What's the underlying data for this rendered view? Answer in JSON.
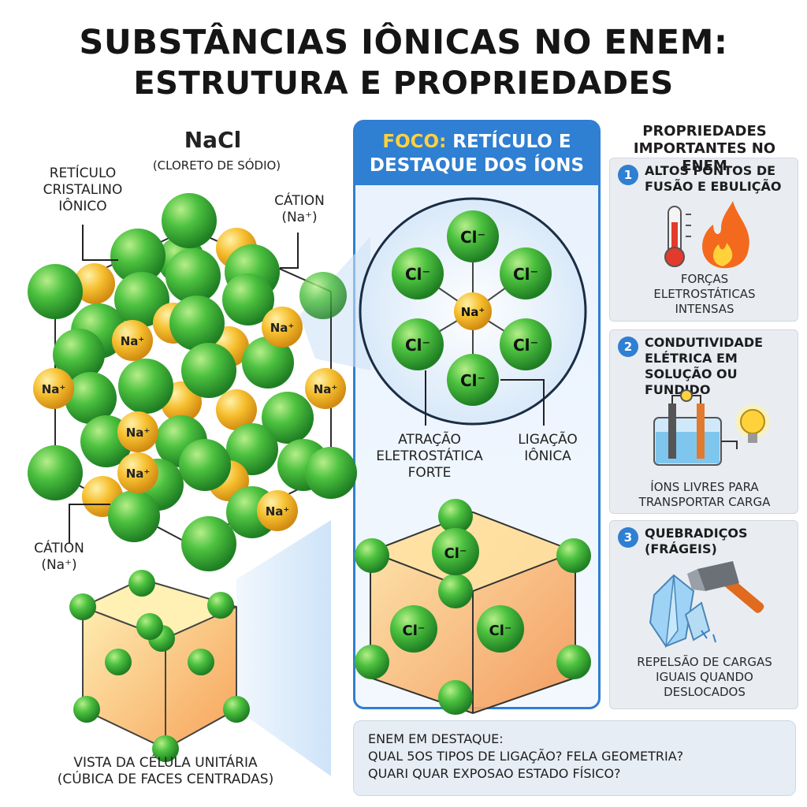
{
  "title": {
    "line1": "SUBSTÂNCIAS IÔNICAS NO ENEM:",
    "line2": "ESTRUTURA E PROPRIEDADES"
  },
  "nacl": {
    "formula": "NaCl",
    "name": "(CLORETO DE SÓDIO)",
    "lattice_label": [
      "RETÍCULO",
      "CRISTALINO",
      "IÔNICO"
    ],
    "cation_label_top": [
      "CÁTION",
      "(Na⁺)"
    ],
    "cation_label_left": [
      "CÁTION",
      "(Na⁺)"
    ],
    "na_ion": "Na⁺",
    "cl_ion": "Cl⁻",
    "unit_cell_caption": [
      "VISTA DA CÉLULA UNITÁRIA",
      "(CÚBICA DE FACES CENTRADAS)"
    ]
  },
  "foco": {
    "header_highlight": "FOCO:",
    "header_rest_1": " RETÍCULO E",
    "header_line2": "DESTAQUE DOS ÍONS",
    "attraction_label": [
      "ATRAÇÃO",
      "ELETROSTÁTICA",
      "FORTE"
    ],
    "bond_label": [
      "LIGAÇÃO",
      "IÔNICA"
    ]
  },
  "properties": {
    "title": [
      "PROPRIEDADES",
      "IMPORTANTES NO ENEM"
    ],
    "items": [
      {
        "number": "1",
        "heading": [
          "ALTOS PONTOS DE",
          "FUSÃO E EBULIÇÃO"
        ],
        "caption": [
          "FORÇAS",
          "ELETROSTÁTICAS",
          "INTENSAS"
        ],
        "icons": [
          "thermometer-icon",
          "flame-icon"
        ]
      },
      {
        "number": "2",
        "heading": [
          "CONDUTIVIDADE",
          "ELÉTRICA EM",
          "SOLUÇÃO OU FUNDIDO"
        ],
        "caption": [
          "ÍONS LIVRES PARA",
          "TRANSPORTAR CARGA"
        ],
        "icons": [
          "electrolysis-cell-icon",
          "light-bulb-icon"
        ]
      },
      {
        "number": "3",
        "heading": [
          "QUEBRADIÇOS",
          "(FRÁGEIS)"
        ],
        "caption": [
          "REPELSÃO DE CARGAS",
          "IGUAIS QUANDO",
          "DESLOCADOS"
        ],
        "icons": [
          "crystal-icon",
          "hammer-icon"
        ]
      }
    ]
  },
  "enem": {
    "line1": "ENEM EM DESTAQUE:",
    "line2": "QUAL 5OS TIPOS DE LIGAÇÃO? FELA GEOMETRIA?",
    "line3": "QUARI QUAR EXPOSAO ESTADO FÍSICO?"
  },
  "colors": {
    "chloride": "#3cb43c",
    "sodium": "#f5b82e",
    "accent_blue": "#2f7fd2",
    "highlight_yellow": "#ffd23c"
  }
}
